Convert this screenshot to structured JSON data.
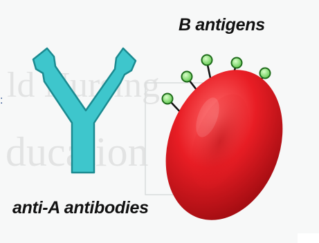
{
  "labels": {
    "antigens": "B antigens",
    "antibodies": "anti-A antibodies"
  },
  "watermark": {
    "line1": "ld Nursing",
    "line2": "ducation"
  },
  "colors": {
    "antibody": "#3ec6cc",
    "antibody_outline": "#16767b",
    "cell": "#e81d24",
    "cell_dark": "#a50d12",
    "antigen": "#7ee06b",
    "antigen_outline": "#1e6b1a"
  },
  "structures": {
    "antibody_icon": "y-shaped-antibody",
    "cell_icon": "red-blood-cell",
    "antigen_count": 5
  }
}
